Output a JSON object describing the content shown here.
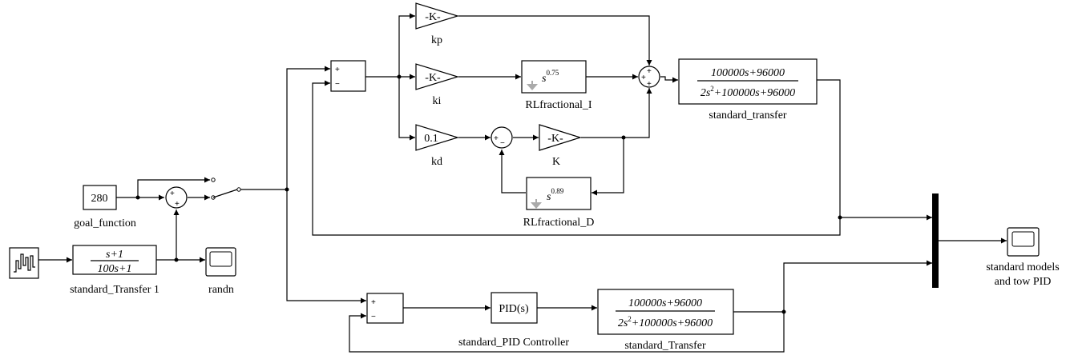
{
  "gains": {
    "kp": {
      "value": "-K-",
      "label": "kp"
    },
    "ki": {
      "value": "-K-",
      "label": "ki"
    },
    "kd": {
      "value": "0.1",
      "label": "kd"
    },
    "K": {
      "value": "-K-",
      "label": "K"
    }
  },
  "fractional": {
    "I": {
      "base": "s",
      "exp": "0.75",
      "label": "RLfractional_I"
    },
    "D": {
      "base": "s",
      "exp": "0.89",
      "label": "RLfractional_D"
    }
  },
  "transfer_top": {
    "num": "100000s+96000",
    "den_a": "2s",
    "den_exp": "2",
    "den_b": "+100000s+96000",
    "label": "standard_transfer"
  },
  "transfer_bottom": {
    "num": "100000s+96000",
    "den_a": "2s",
    "den_exp": "2",
    "den_b": "+100000s+96000",
    "label": "standard_Transfer"
  },
  "transfer_input": {
    "num": "s+1",
    "den": "100s+1",
    "label": "standard_Transfer 1"
  },
  "constant": {
    "value": "280",
    "label": "goal_function"
  },
  "pid": {
    "text": "PID(s)",
    "label": "standard_PID Controller"
  },
  "scope_randn": {
    "label": "randn"
  },
  "scope_output": {
    "label_line1": "standard models",
    "label_line2": "and tow PID"
  },
  "signs": {
    "plus": "+",
    "minus": "−"
  }
}
